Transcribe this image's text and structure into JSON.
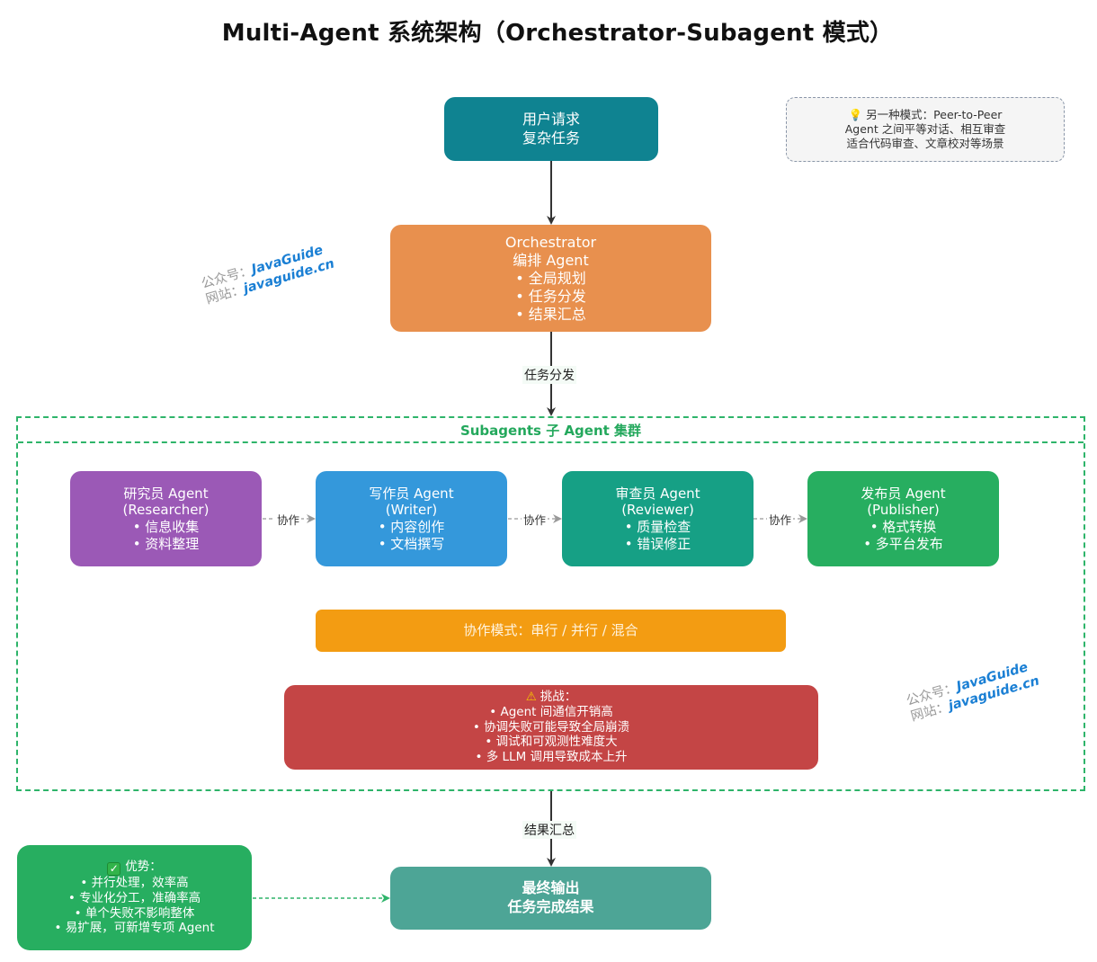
{
  "title": "Multi-Agent 系统架构（Orchestrator-Subagent 模式）",
  "user_request": {
    "lines": [
      "用户请求",
      "复杂任务"
    ]
  },
  "orchestrator": {
    "lines": [
      "Orchestrator",
      "编排 Agent",
      "• 全局规划",
      "• 任务分发",
      "• 结果汇总"
    ]
  },
  "peer_note": {
    "icon": "lightbulb-icon",
    "icon_glyph": "💡",
    "lines": [
      "另一种模式：Peer-to-Peer",
      "Agent 之间平等对话、相互审查",
      "适合代码审查、文章校对等场景"
    ]
  },
  "watermark": {
    "account_label": "公众号：",
    "account_value": "JavaGuide",
    "site_label": "网站：",
    "site_value": "javaguide.cn"
  },
  "edges": {
    "dispatch_label": "任务分发",
    "aggregate_label": "结果汇总",
    "collab_label": "协作"
  },
  "subagents": {
    "header": "Subagents 子 Agent 集群",
    "agents": [
      {
        "name": "研究员 Agent",
        "role": "(Researcher)",
        "duties": [
          "• 信息收集",
          "• 资料整理"
        ],
        "color": "#9b59b6"
      },
      {
        "name": "写作员 Agent",
        "role": "(Writer)",
        "duties": [
          "• 内容创作",
          "• 文档撰写"
        ],
        "color": "#3498db"
      },
      {
        "name": "审查员 Agent",
        "role": "(Reviewer)",
        "duties": [
          "• 质量检查",
          "• 错误修正"
        ],
        "color": "#16a085"
      },
      {
        "name": "发布员 Agent",
        "role": "(Publisher)",
        "duties": [
          "• 格式转换",
          "• 多平台发布"
        ],
        "color": "#27ae60"
      }
    ],
    "collab_mode": "协作模式：串行 / 并行 / 混合",
    "challenges": {
      "icon": "warning-icon",
      "icon_glyph": "⚠",
      "title": "挑战：",
      "items": [
        "• Agent 间通信开销高",
        "• 协调失败可能导致全局崩溃",
        "• 调试和可观测性难度大",
        "• 多 LLM 调用导致成本上升"
      ]
    }
  },
  "advantages": {
    "icon": "check-icon",
    "icon_glyph": "✓",
    "title": "优势：",
    "items": [
      "• 并行处理，效率高",
      "• 专业化分工，准确率高",
      "• 单个失败不影响整体",
      "• 易扩展，可新增专项 Agent"
    ]
  },
  "final_output": {
    "lines": [
      "最终输出",
      "任务完成结果"
    ]
  },
  "colors": {
    "user_request": "#0f8391",
    "orchestrator": "#e8904e",
    "frame": "#2eb46a",
    "collab_mode": "#f39c12",
    "challenges": "#c44545",
    "advantages": "#27ae60",
    "final_output": "#4da596"
  }
}
